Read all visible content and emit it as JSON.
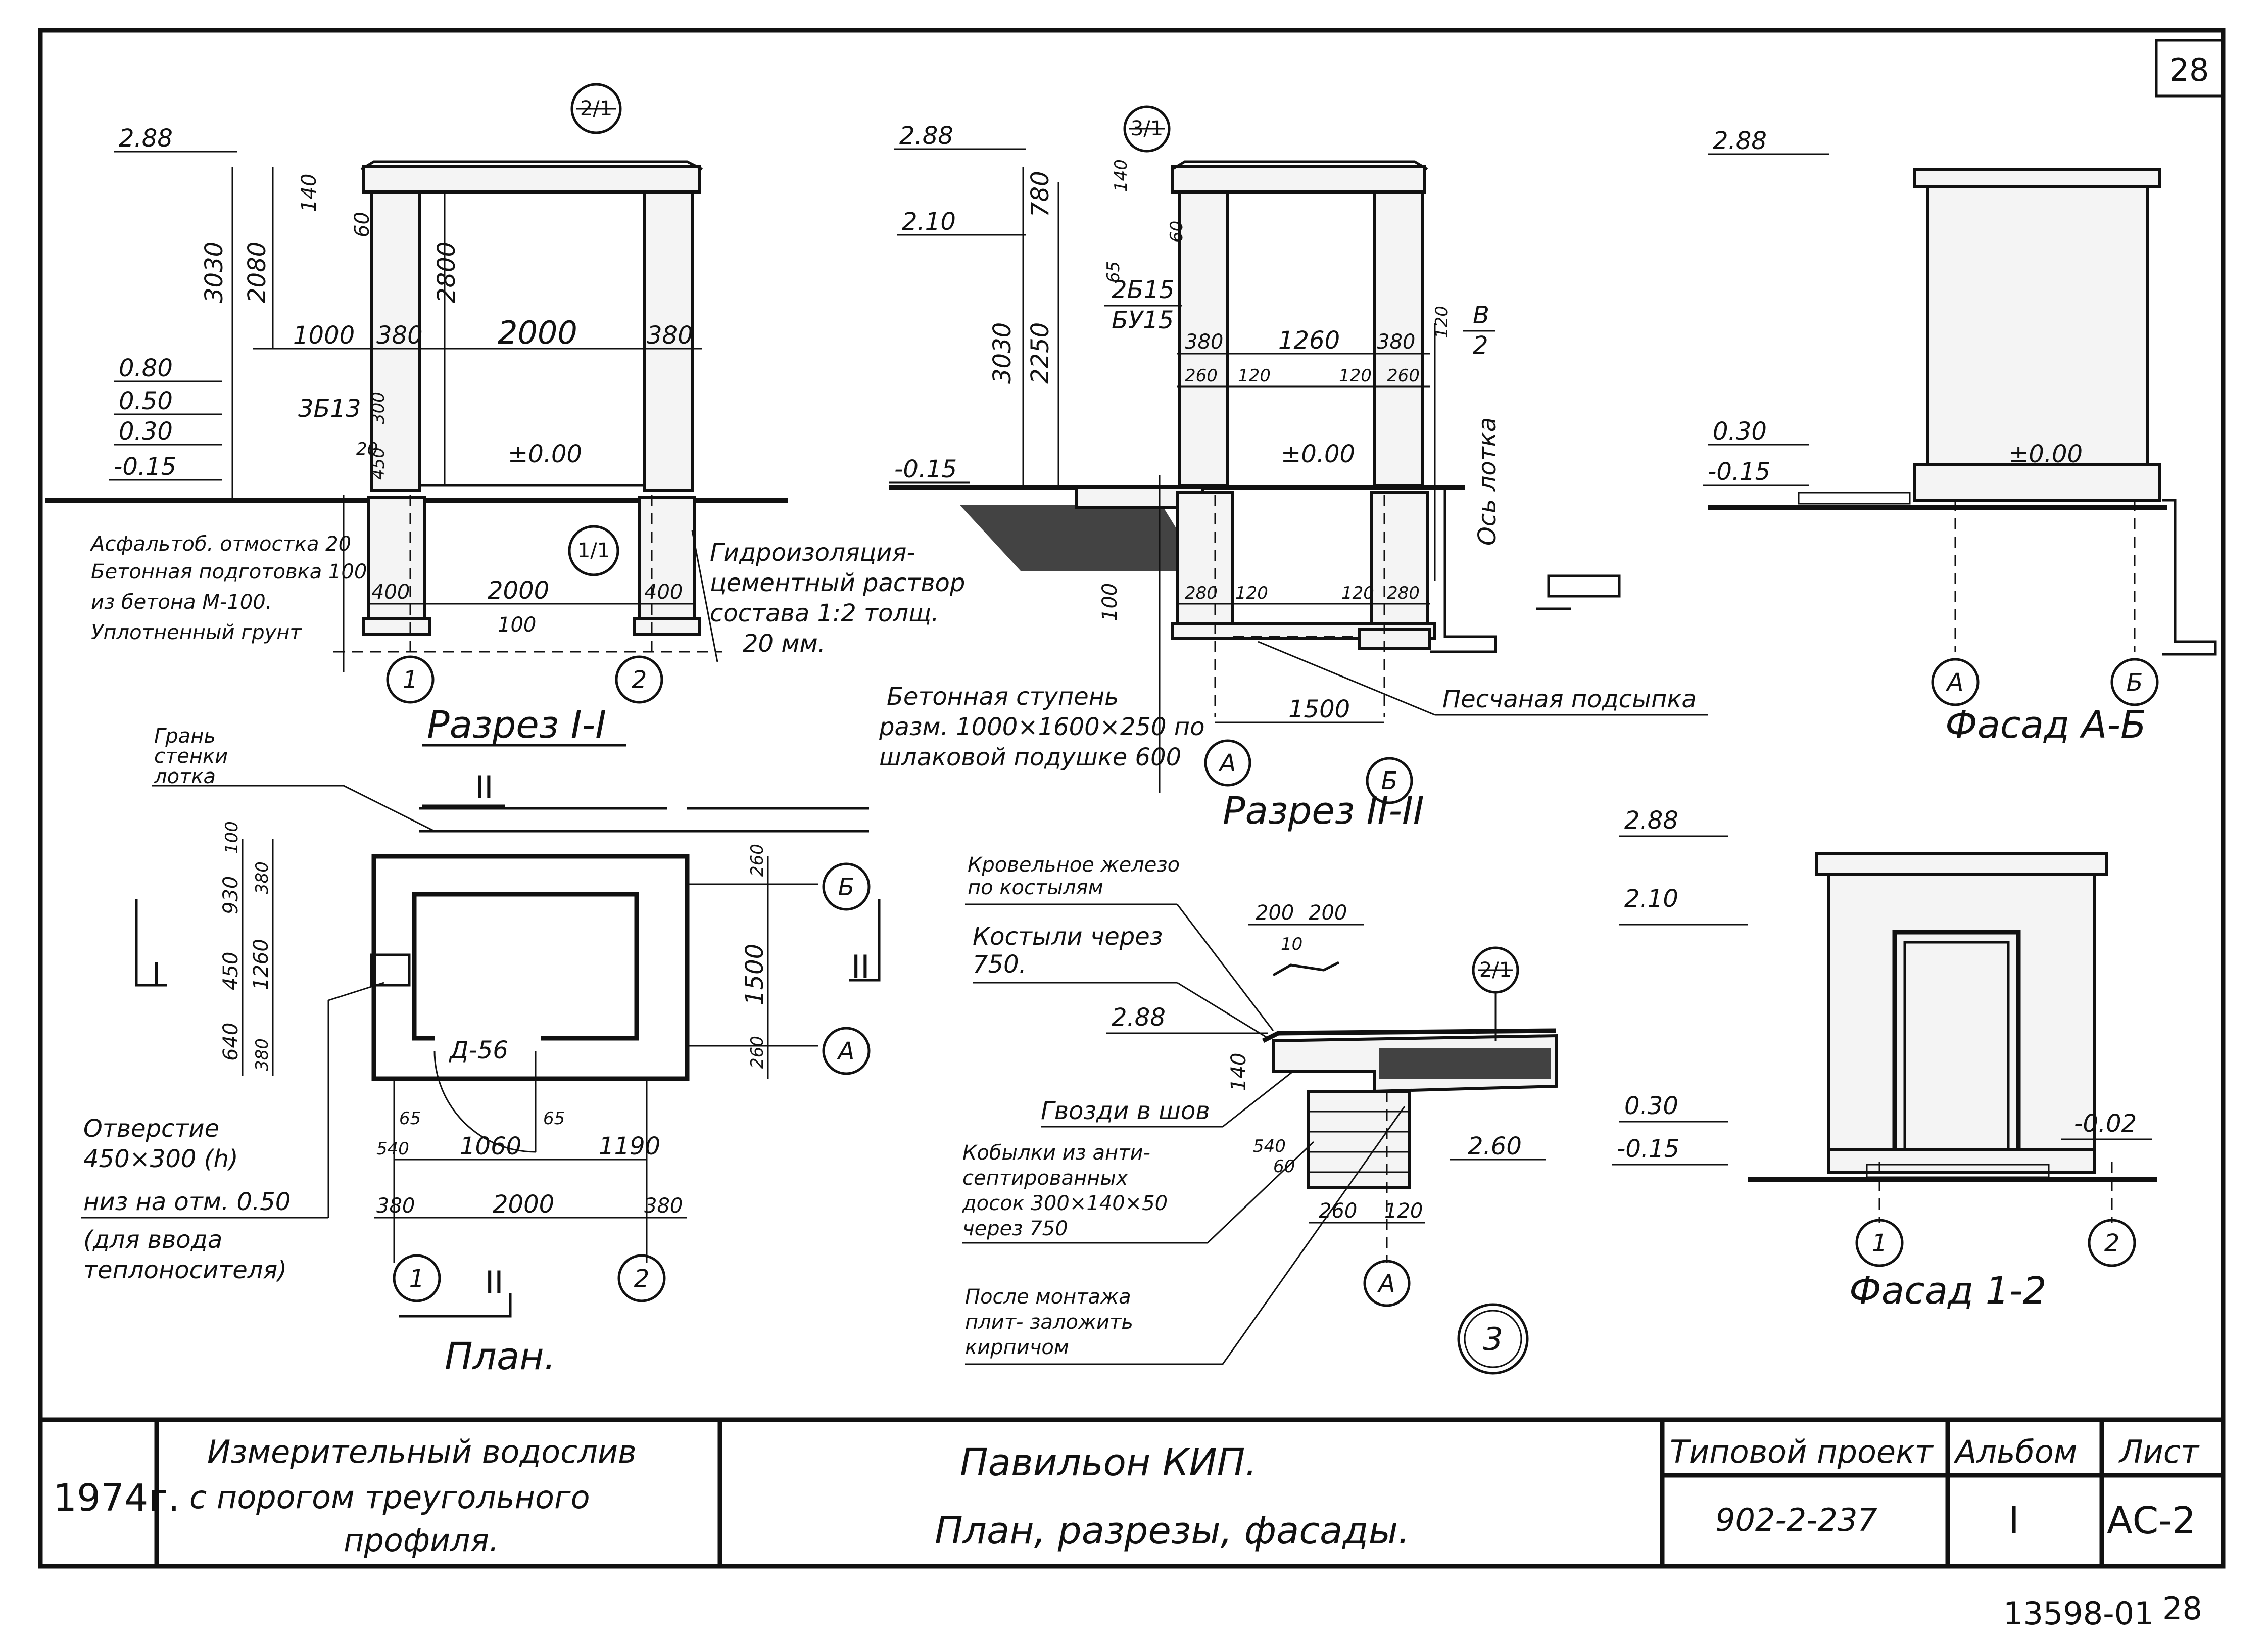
{
  "sheet_number": "28",
  "views": {
    "section_1": {
      "title": "Разрез I-I",
      "marker_top": "2/1",
      "marker_mid": "1/1",
      "elev": [
        "2.88",
        "0.80",
        "0.50",
        "0.30",
        "-0.15",
        "±0.00"
      ],
      "dims_vertical": [
        "3030",
        "2080",
        "140",
        "60",
        "2800",
        "300",
        "450",
        "20"
      ],
      "dims_horizontal": [
        "1000",
        "380",
        "2000",
        "380",
        "400",
        "2000",
        "400",
        "100"
      ],
      "lintel": "3Б13",
      "axes": [
        "1",
        "2"
      ],
      "note_left": [
        "Асфальтоб. отмостка 20",
        "Бетонная подготовка 100",
        "из бетона М-100.",
        "Уплотненный грунт"
      ],
      "note_right": [
        "Гидроизоляция-",
        "цементный раствор",
        "состава 1:2 толщ.",
        "20 мм."
      ]
    },
    "section_2": {
      "title": "Разрез II-II",
      "marker_top": "3/1",
      "elev": [
        "2.88",
        "2.10",
        "-0.15",
        "±0.00"
      ],
      "dims_vertical": [
        "3030",
        "2250",
        "780",
        "140",
        "60",
        "65",
        "100",
        "120"
      ],
      "dims_horizontal": [
        "380",
        "1260",
        "380",
        "260",
        "120",
        "120",
        "260",
        "280",
        "120",
        "120",
        "280",
        "1500"
      ],
      "lintel_top": "2Б15",
      "lintel_bottom": "БУ15",
      "note_tray_top": "В",
      "note_tray_bottom": "2",
      "tray_axis": "Ось лотка",
      "step_note": [
        "Бетонная ступень",
        "разм. 1000×1600×250 по",
        "шлаковой подушке 600"
      ],
      "sand_note": "Песчаная подсыпка",
      "axes": [
        "А",
        "Б"
      ]
    },
    "facade_ab": {
      "title": "Фасад А-Б",
      "elev": [
        "2.88",
        "0.30",
        "-0.15",
        "±0.00"
      ],
      "axes": [
        "А",
        "Б"
      ]
    },
    "facade_12": {
      "title": "Фасад 1-2",
      "elev": [
        "2.88",
        "2.10",
        "0.30",
        "-0.15",
        "-0.02"
      ],
      "axes": [
        "1",
        "2"
      ]
    },
    "plan": {
      "title": "План.",
      "tray_note": [
        "Грань",
        "стенки",
        "лотка"
      ],
      "section_marks": [
        "II",
        "I",
        "II",
        "II"
      ],
      "door": "Д-56",
      "dims_vertical_left": [
        "100",
        "930",
        "380",
        "450",
        "1260",
        "640",
        "380"
      ],
      "dims_vertical_right": [
        "1500",
        "260",
        "260"
      ],
      "dims_horizontal": [
        "540",
        "1060",
        "1190",
        "65",
        "65",
        "380",
        "2000",
        "380"
      ],
      "axes": [
        "1",
        "2",
        "А",
        "Б"
      ],
      "hole_note": [
        "Отверстие",
        "450×300 (h)",
        "низ на отм. 0.50",
        "(для ввода",
        "теплоносителя)"
      ]
    },
    "detail_3": {
      "label": "3",
      "marker": "2/1",
      "elev": [
        "2.88",
        "2.60"
      ],
      "dims": [
        "200",
        "200",
        "10",
        "140",
        "540",
        "60",
        "260",
        "120"
      ],
      "axis": "А",
      "notes": [
        [
          "Кровельное железо",
          "по костылям"
        ],
        [
          "Костыли через",
          "750."
        ],
        [
          "Гвозди в шов"
        ],
        [
          "Кобылки из анти-",
          "септированных",
          "досок 300×140×50",
          "через 750"
        ],
        [
          "После монтажа",
          "плит- заложить",
          "кирпичом"
        ]
      ]
    }
  },
  "title_block": {
    "year": "1974г.",
    "object": [
      "Измерительный водослив",
      "с порогом треугольного",
      "профиля."
    ],
    "drawing": [
      "Павильон   КИП.",
      "План, разрезы, фасады."
    ],
    "project_label": "Типовой проект",
    "project_number": "902-2-237",
    "album_label": "Альбом",
    "album_value": "I",
    "sheet_label": "Лист",
    "sheet_value": "АС-2"
  },
  "footer_code": "13598-01",
  "footer_page": "28"
}
